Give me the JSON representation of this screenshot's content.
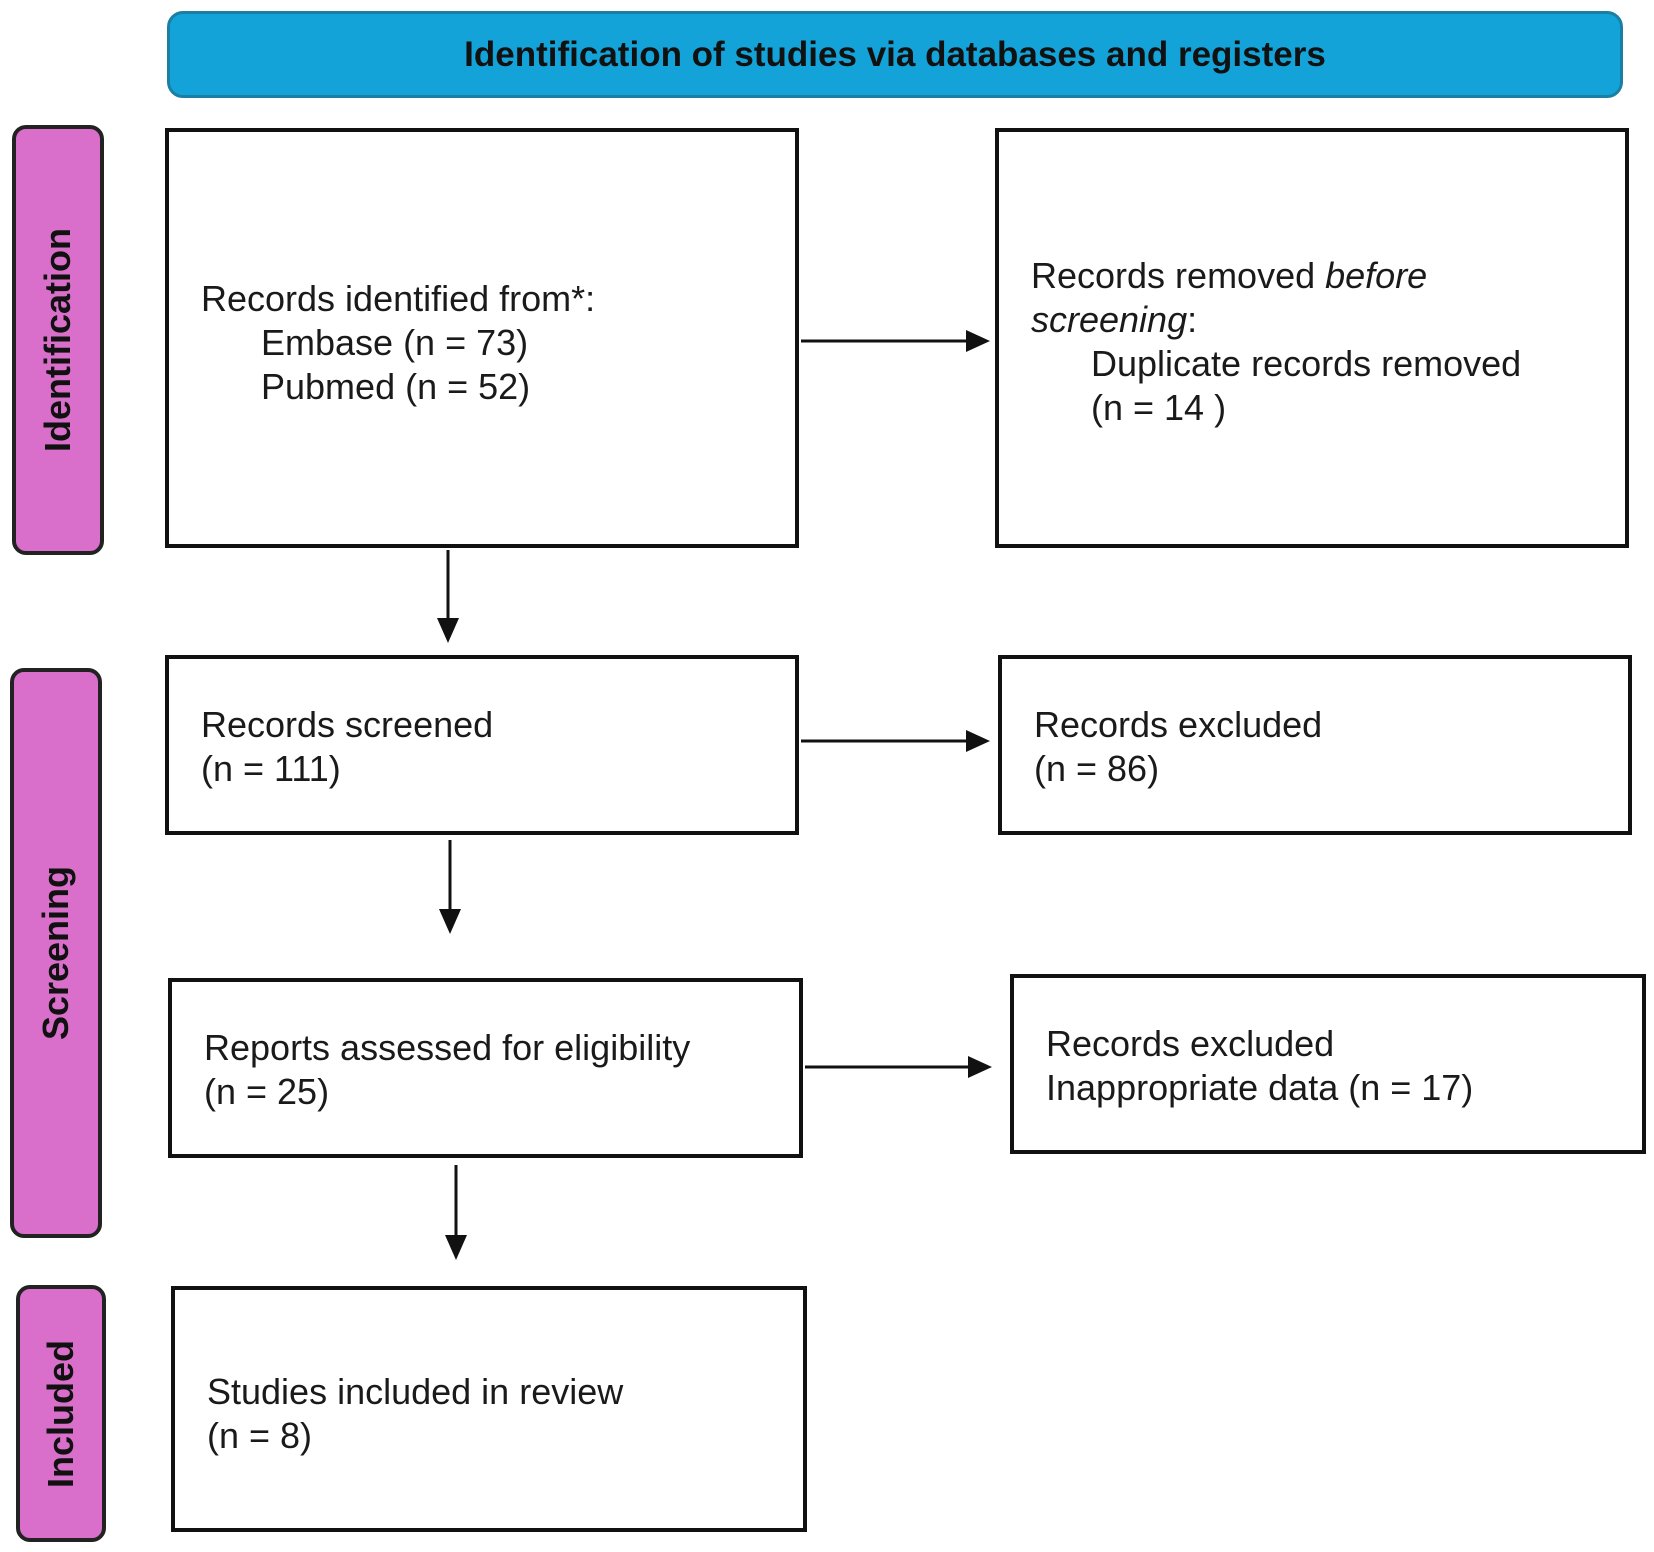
{
  "header": {
    "title": "Identification of studies via databases and registers"
  },
  "phases": {
    "identification": "Identification",
    "screening": "Screening",
    "included": "Included"
  },
  "boxes": {
    "records_identified": {
      "line1": "Records identified from*:",
      "line2": "Embase (n = 73)",
      "line3": "Pubmed (n = 52)"
    },
    "records_removed": {
      "line1_prefix": "Records removed ",
      "line1_emph": "before",
      "line2_emph": "screening",
      "line2_suffix": ":",
      "line3": "Duplicate records removed",
      "line4": "(n = 14 )"
    },
    "records_screened": {
      "line1": "Records screened",
      "line2": "(n = 111)"
    },
    "records_excluded_1": {
      "line1": "Records excluded",
      "line2": "(n = 86)"
    },
    "reports_assessed": {
      "line1": "Reports assessed for eligibility",
      "line2": "(n = 25)"
    },
    "records_excluded_2": {
      "line1": "Records excluded",
      "line2": "Inappropriate data (n = 17)"
    },
    "studies_included": {
      "line1": "Studies included in review",
      "line2": "(n = 8)"
    }
  },
  "colors": {
    "header_fill": "#13a3d8",
    "phase_fill": "#d96fcb"
  }
}
